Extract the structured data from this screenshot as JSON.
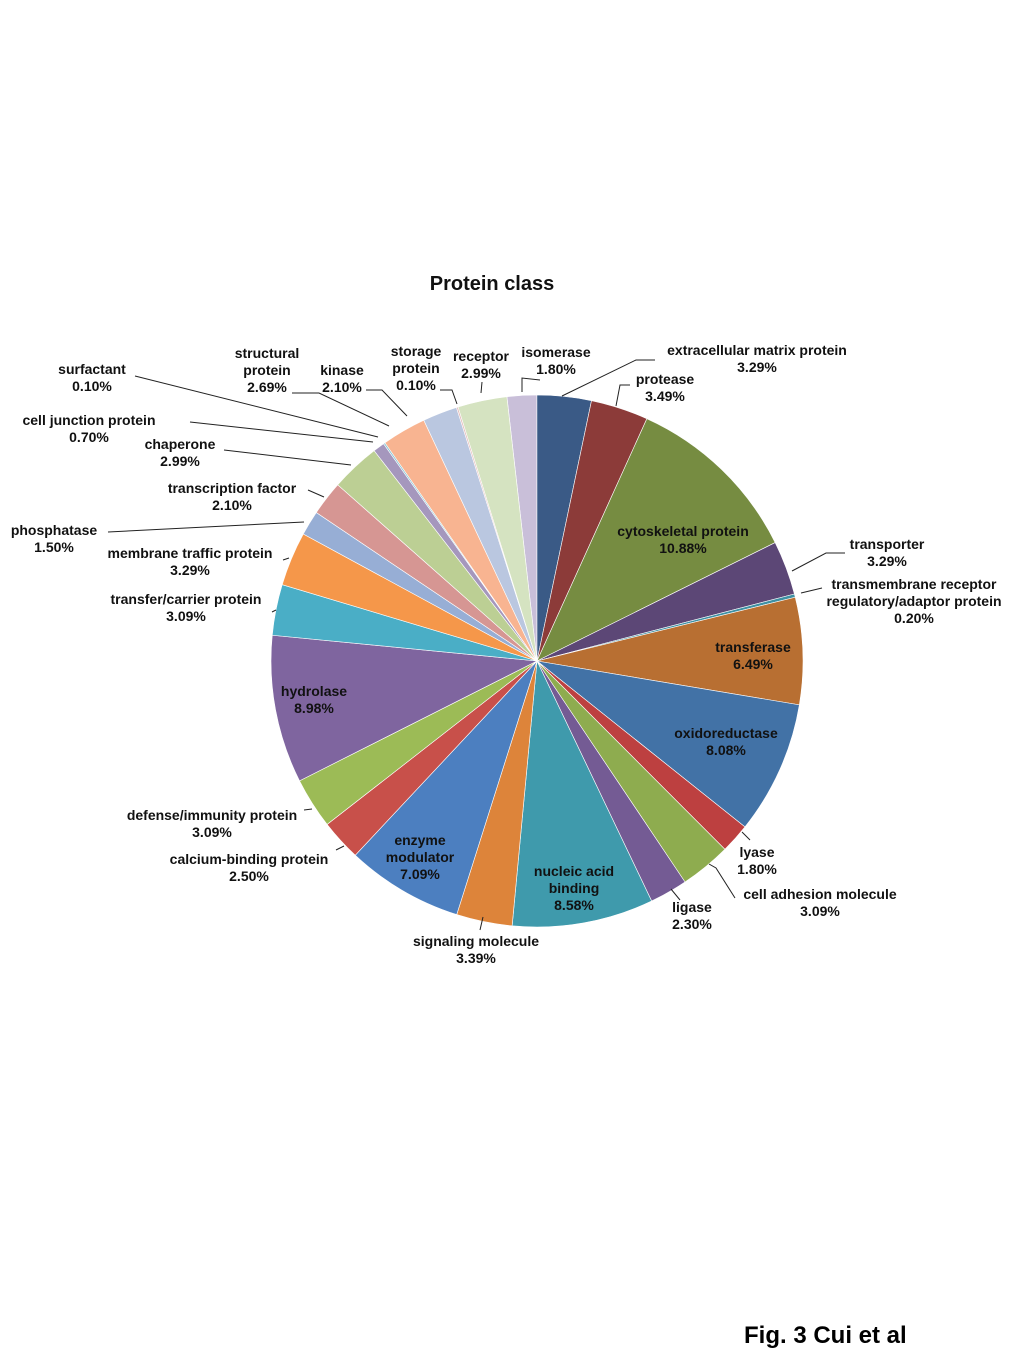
{
  "chart_data": {
    "type": "pie",
    "title": "Protein class",
    "legend": "none",
    "slices": [
      {
        "label": "isomerase",
        "value": 1.8,
        "value_label": "1.80%",
        "color": "#c9bfd9"
      },
      {
        "label": "extracellular matrix protein",
        "value": 3.29,
        "value_label": "3.29%",
        "color": "#3a5a86"
      },
      {
        "label": "protease",
        "value": 3.49,
        "value_label": "3.49%",
        "color": "#8c3b39"
      },
      {
        "label": "cytoskeletal protein",
        "value": 10.88,
        "value_label": "10.88%",
        "color": "#768c41"
      },
      {
        "label": "transporter",
        "value": 3.29,
        "value_label": "3.29%",
        "color": "#5c4776"
      },
      {
        "label": "transmembrane receptor regulatory/adaptor protein",
        "value": 0.2,
        "value_label": "0.20%",
        "color": "#3e90a3"
      },
      {
        "label": "transferase",
        "value": 6.49,
        "value_label": "6.49%",
        "color": "#b86f32"
      },
      {
        "label": "oxidoreductase",
        "value": 8.08,
        "value_label": "8.08%",
        "color": "#4272a6"
      },
      {
        "label": "lyase",
        "value": 1.8,
        "value_label": "1.80%",
        "color": "#bd4040"
      },
      {
        "label": "cell adhesion molecule",
        "value": 3.09,
        "value_label": "3.09%",
        "color": "#8eac4f"
      },
      {
        "label": "ligase",
        "value": 2.3,
        "value_label": "2.30%",
        "color": "#745b94"
      },
      {
        "label": "nucleic acid binding",
        "value": 8.58,
        "value_label": "8.58%",
        "color": "#3f9aac"
      },
      {
        "label": "signaling molecule",
        "value": 3.39,
        "value_label": "3.39%",
        "color": "#dd843a"
      },
      {
        "label": "enzyme modulator",
        "value": 7.09,
        "value_label": "7.09%",
        "color": "#4c7fc0"
      },
      {
        "label": "calcium-binding protein",
        "value": 2.5,
        "value_label": "2.50%",
        "color": "#c8504a"
      },
      {
        "label": "defense/immunity protein",
        "value": 3.09,
        "value_label": "3.09%",
        "color": "#9cbb56"
      },
      {
        "label": "hydrolase",
        "value": 8.98,
        "value_label": "8.98%",
        "color": "#7f659f"
      },
      {
        "label": "transfer/carrier protein",
        "value": 3.09,
        "value_label": "3.09%",
        "color": "#4aaec6"
      },
      {
        "label": "membrane traffic protein",
        "value": 3.29,
        "value_label": "3.29%",
        "color": "#f5974a"
      },
      {
        "label": "phosphatase",
        "value": 1.5,
        "value_label": "1.50%",
        "color": "#97aed5"
      },
      {
        "label": "transcription factor",
        "value": 2.1,
        "value_label": "2.10%",
        "color": "#d69693"
      },
      {
        "label": "chaperone",
        "value": 2.99,
        "value_label": "2.99%",
        "color": "#bccf94"
      },
      {
        "label": "cell junction protein",
        "value": 0.7,
        "value_label": "0.70%",
        "color": "#a597bd"
      },
      {
        "label": "surfactant",
        "value": 0.1,
        "value_label": "0.10%",
        "color": "#8ac5d6"
      },
      {
        "label": "structural protein",
        "value": 2.69,
        "value_label": "2.69%",
        "color": "#f8b491"
      },
      {
        "label": "kinase",
        "value": 2.1,
        "value_label": "2.10%",
        "color": "#bac7e0"
      },
      {
        "label": "storage protein",
        "value": 0.1,
        "value_label": "0.10%",
        "color": "#e4bdbc"
      },
      {
        "label": "receptor",
        "value": 2.99,
        "value_label": "2.99%",
        "color": "#d5e3c1"
      }
    ]
  },
  "caption": "Fig. 3 Cui et al"
}
